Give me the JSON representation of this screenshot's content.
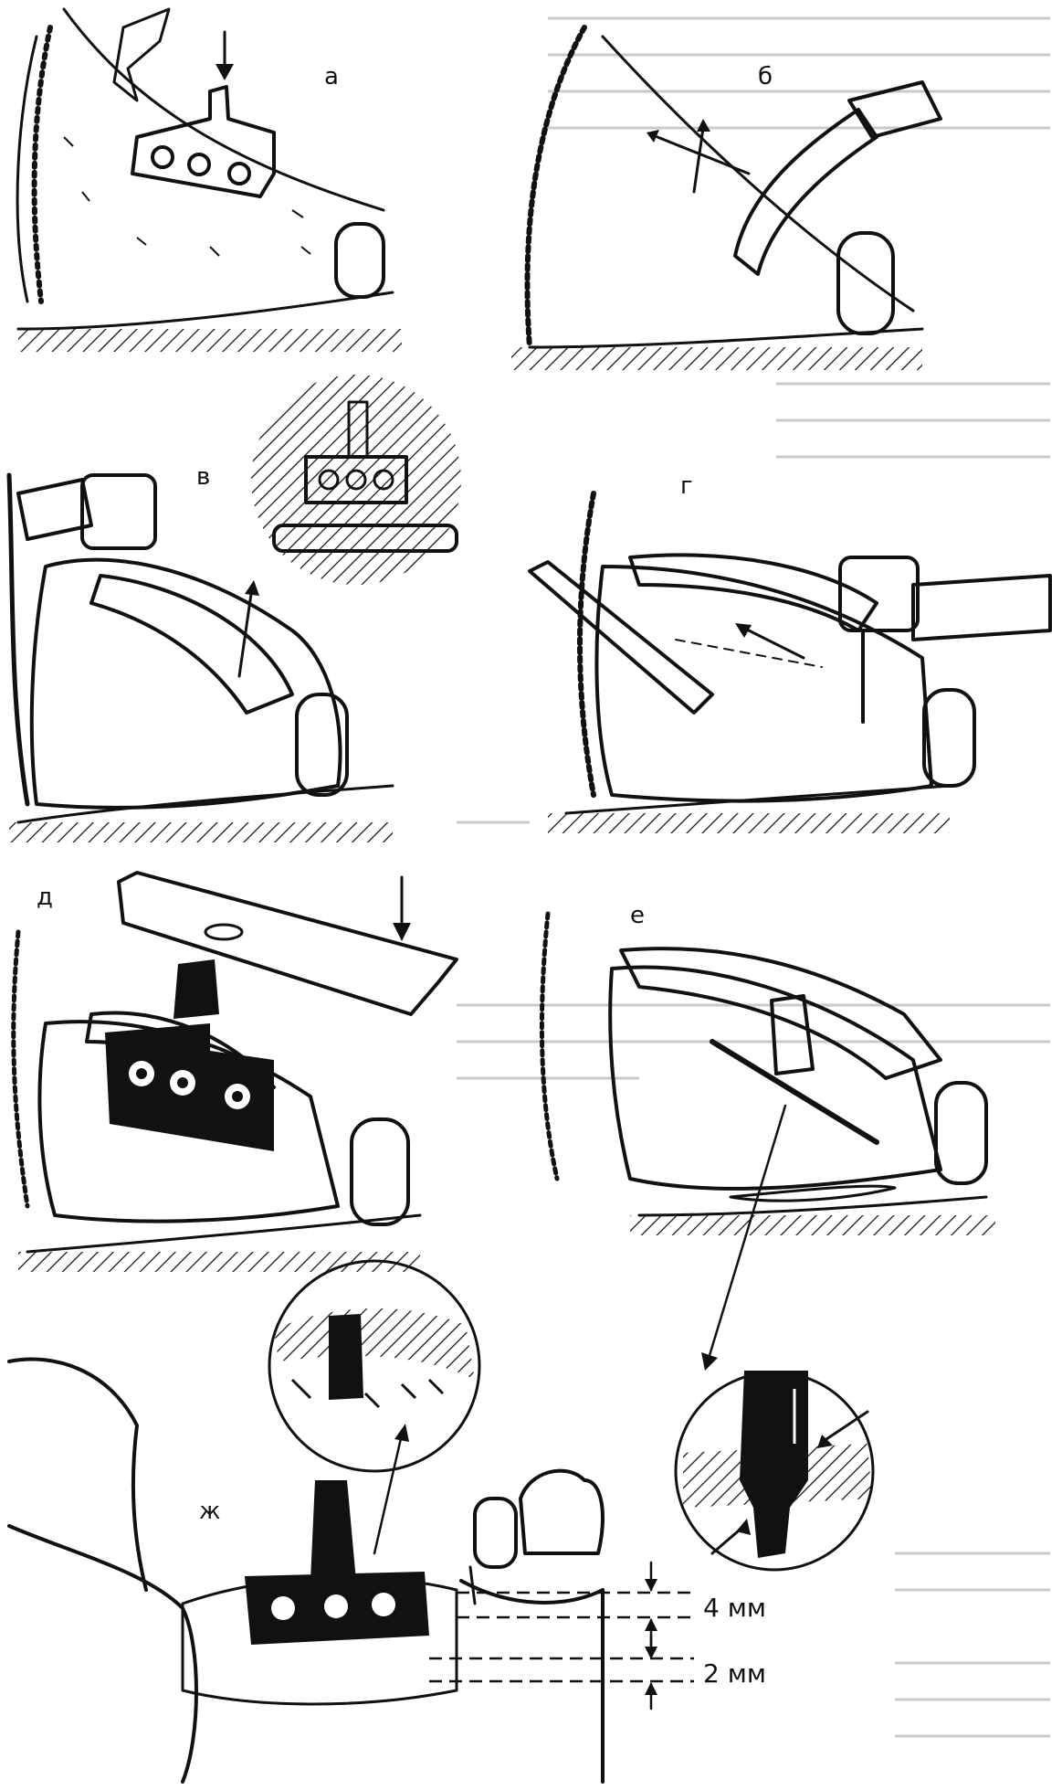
{
  "figure": {
    "panels": [
      {
        "id": "a",
        "letter": "а"
      },
      {
        "id": "b",
        "letter": "б"
      },
      {
        "id": "v",
        "letter": "в"
      },
      {
        "id": "g",
        "letter": "г"
      },
      {
        "id": "d",
        "letter": "д"
      },
      {
        "id": "e",
        "letter": "е"
      },
      {
        "id": "zh",
        "letter": "ж"
      }
    ],
    "dimensions": {
      "upper": "4 мм",
      "lower": "2 мм"
    }
  },
  "colors": {
    "ink": "#111111",
    "paper": "#ffffff",
    "bleed_through_text": "#c9c9c9"
  }
}
